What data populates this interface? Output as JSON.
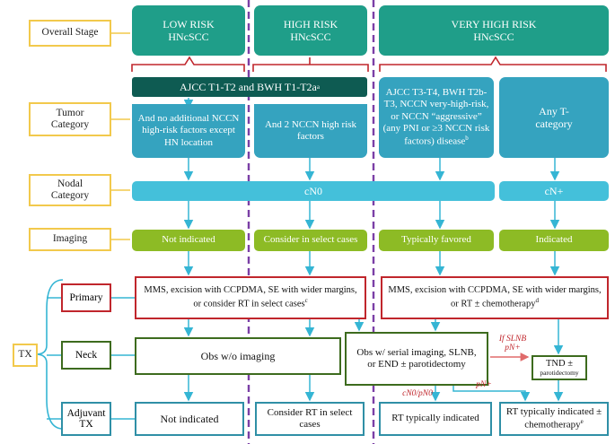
{
  "labels": {
    "overall_stage": "Overall Stage",
    "tumor_category": "Tumor Category",
    "nodal_category": "Nodal Category",
    "imaging": "Imaging",
    "primary": "Primary",
    "neck": "Neck",
    "adjuvant_tx": "Adjuvant TX",
    "tx": "TX"
  },
  "stages": {
    "low": "LOW RISK HNcSCC",
    "high": "HIGH RISK HNcSCC",
    "very_high": "VERY HIGH RISK HNcSCC"
  },
  "tumor": {
    "low_high_header": "AJCC T1-T2 and BWH T1-T2a",
    "low_high_header_sup": "a",
    "low_detail": "And no additional NCCN high-risk factors except HN location",
    "high_detail": "And 2 NCCN high risk factors",
    "very_high_detail": "AJCC T3-T4, BWH T2b-T3, NCCN very-high-risk, or NCCN “aggressive” (any PNI or ≥3 NCCN risk factors) disease",
    "very_high_detail_sup": "b",
    "any_t": "Any T-category"
  },
  "nodal": {
    "cn0": "cN0",
    "cnplus": "cN+"
  },
  "imaging": {
    "low": "Not indicated",
    "high": "Consider in select cases",
    "very_high": "Typically favored",
    "cnplus": "Indicated"
  },
  "primary": {
    "low_high": "MMS, excision with CCPDMA, SE with wider margins, or consider RT in select cases",
    "low_high_sup": "c",
    "very_high": "MMS, excision with CCPDMA, SE with wider margins, or RT ± chemotherapy",
    "very_high_sup": "d"
  },
  "neck": {
    "low_high": "Obs w/o imaging",
    "very_high": "Obs w/ serial imaging, SLNB, or END ± parotidectomy",
    "tnd": "TND ±",
    "tnd_sub": "parotidectomy",
    "if_slnb": "If SLNB pN+",
    "pn_plus": "pN+",
    "cn0_pn0": "cN0/pN0"
  },
  "adjuvant": {
    "low": "Not indicated",
    "high": "Consider RT in select cases",
    "very_high": "RT typically indicated",
    "cnplus": "RT typically indicated ± chemotherapy",
    "cnplus_sup": "e"
  },
  "colors": {
    "stage_teal": "#1f9e89",
    "header_dark": "#0e5b52",
    "tumor_blue": "#35a3bf",
    "nodal_cyan": "#44c0da",
    "imaging_green": "#8dbb25",
    "primary_red": "#c0262c",
    "neck_green": "#3d6b1e",
    "adjuvant_blue": "#2f8fa6",
    "label_yellow": "#f2c94c",
    "divider_purple": "#7b3fa6"
  }
}
